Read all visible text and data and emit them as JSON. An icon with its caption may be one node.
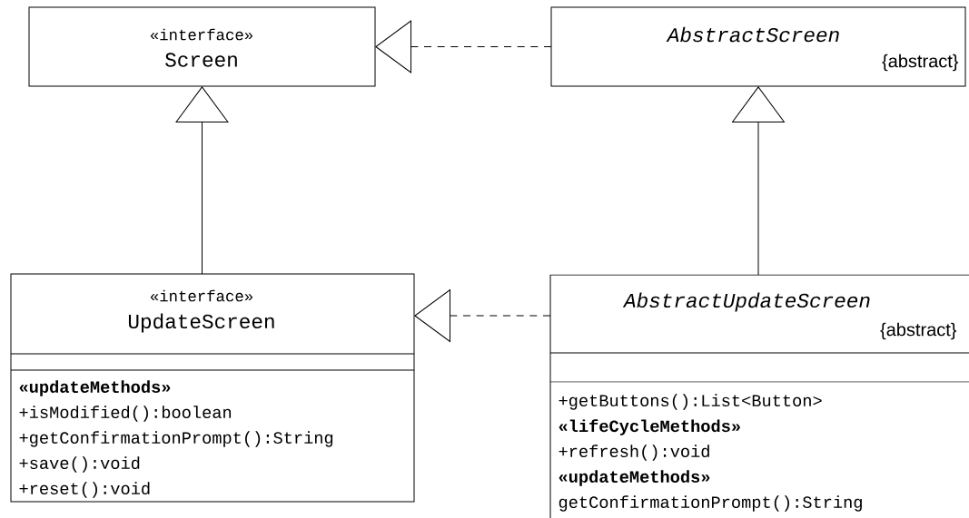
{
  "diagram": {
    "nodes": [
      {
        "text": [
          "«interface»",
          "Screen"
        ]
      },
      {
        "text": [
          "AbstractScreen",
          "{abstract}"
        ]
      },
      {
        "text": [
          "«interface»",
          "UpdateScreen",
          "«updateMethods»",
          "+isModified():boolean",
          "+getConfirmationPrompt():String",
          "+save():void",
          "+reset():void"
        ]
      },
      {
        "text": [
          "AbstractUpdateScreen",
          "{abstract}",
          "+getButtons():List<Button>",
          "«lifeCycleMethods»",
          "+refresh():void",
          "«updateMethods»",
          "getConfirmationPrompt():String"
        ]
      }
    ],
    "edges": [
      {
        "from": 1,
        "to": 0,
        "arrow": "to",
        "style": "dashed"
      },
      {
        "from": 2,
        "to": 0,
        "arrow": "to"
      },
      {
        "from": 3,
        "to": 1,
        "arrow": "to"
      },
      {
        "from": 3,
        "to": 2,
        "arrow": "to",
        "style": "dashed"
      }
    ]
  }
}
